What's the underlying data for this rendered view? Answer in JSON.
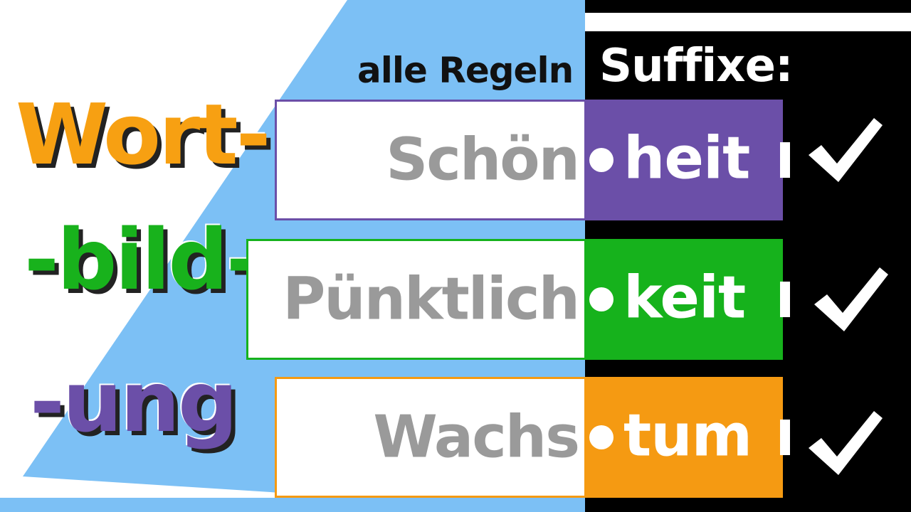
{
  "header": {
    "left_label": "alle Regeln",
    "right_label": "Suffixe:"
  },
  "title_words": [
    "Wort-",
    "-bild-",
    "-ung"
  ],
  "examples": [
    {
      "stem": "Schön",
      "suffix": "heit",
      "color": "#6b4fa8",
      "checked": true
    },
    {
      "stem": "Pünktlich",
      "suffix": "keit",
      "color": "#16b21c",
      "checked": true
    },
    {
      "stem": "Wachs",
      "suffix": "tum",
      "color": "#f59a12",
      "checked": true
    }
  ],
  "colors": {
    "sky_blue": "#7cc0f5",
    "background_right": "#000000",
    "stem_text": "#9a9a9a"
  },
  "icons": {
    "check": "check-mark-icon",
    "separator": "dot-separator"
  }
}
